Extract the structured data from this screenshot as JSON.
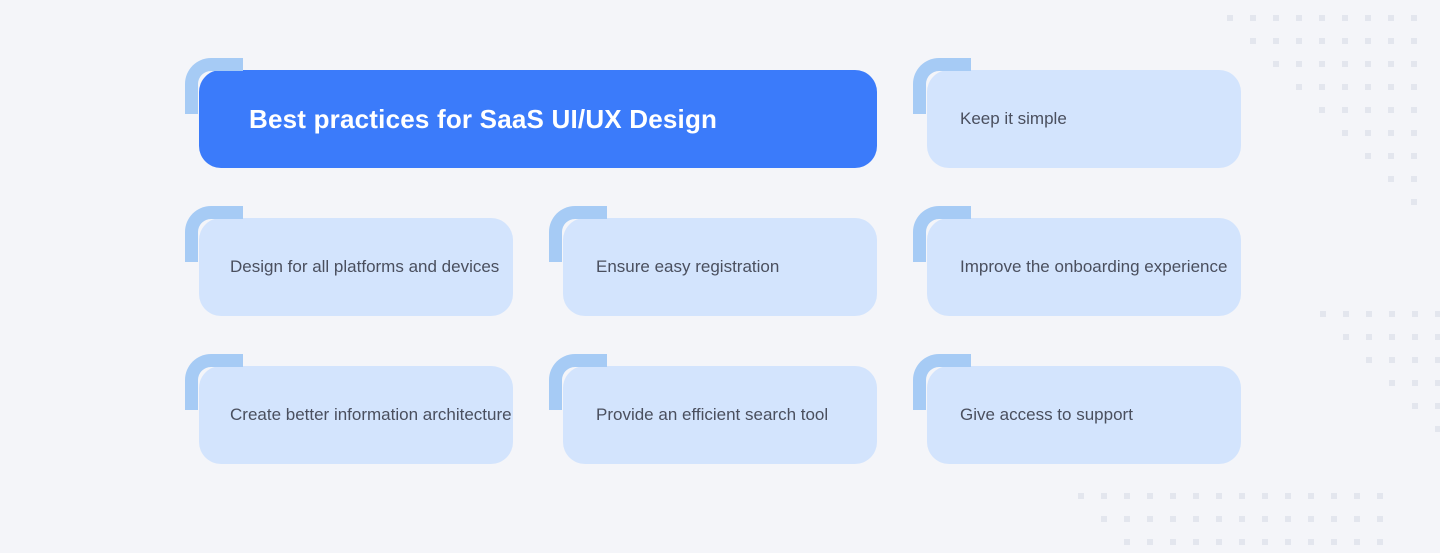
{
  "theme": {
    "background": "#f4f5f9",
    "primary_card_bg": "#3b7bfa",
    "primary_card_text": "#ffffff",
    "secondary_card_bg": "#d3e4fd",
    "secondary_card_text": "#4a4f5e",
    "bracket_accent": "#a6cbf5",
    "dot_color": "#e3e6ee"
  },
  "title_card": {
    "label": "Best practices for SaaS UI/UX Design"
  },
  "cards": [
    {
      "id": "keep-simple",
      "label": "Keep it simple"
    },
    {
      "id": "platforms",
      "label": "Design for all platforms and devices"
    },
    {
      "id": "registration",
      "label": "Ensure easy registration"
    },
    {
      "id": "onboarding",
      "label": "Improve the onboarding experience"
    },
    {
      "id": "architecture",
      "label": "Create better information architecture"
    },
    {
      "id": "search",
      "label": "Provide an efficient search tool"
    },
    {
      "id": "support",
      "label": "Give access to support"
    }
  ],
  "decoration": {
    "dot_clusters": [
      {
        "id": "top-right",
        "rows": 9,
        "cols": 9,
        "shape": "descending-triangle"
      },
      {
        "id": "mid-right",
        "rows": 7,
        "cols": 7,
        "shape": "descending-triangle"
      },
      {
        "id": "bottom",
        "rows": 3,
        "cols": 14,
        "shape": "descending-triangle"
      }
    ]
  }
}
